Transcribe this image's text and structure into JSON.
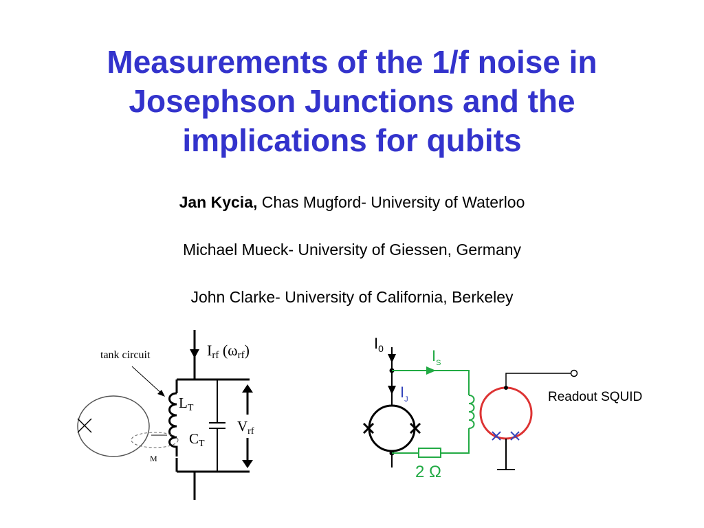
{
  "slide": {
    "title_lines": [
      "Measurements of the 1/f noise in",
      "Josephson Junctions and the",
      "implications for qubits"
    ],
    "authors": {
      "line1_bold": "Jan Kycia,",
      "line1_rest": " Chas Mugford-  University of Waterloo",
      "line2": "Michael Mueck- University of Giessen, Germany",
      "line3": "John Clarke- University of California, Berkeley"
    }
  },
  "left_circuit": {
    "tank_label": "tank circuit",
    "irf_main": "I",
    "irf_sub": "rf",
    "omega_open": " (ω",
    "omega_sub": "rf",
    "omega_close": ")",
    "lt_main": "L",
    "lt_sub": "T",
    "ct_main": "C",
    "ct_sub": "T",
    "vrf_main": "V",
    "vrf_sub": "rf",
    "m_label": "M"
  },
  "right_circuit": {
    "i0_main": "I",
    "i0_sub": "0",
    "is_main": "I",
    "is_sub": "S",
    "ij_main": "I",
    "ij_sub": "J",
    "resistor_label": "2 Ω",
    "readout_label": "Readout SQUID"
  },
  "colors": {
    "title": "#3333cc",
    "green_wire": "#22aa44",
    "red_loop": "#dd3333",
    "blue_junction": "#3344bb"
  }
}
